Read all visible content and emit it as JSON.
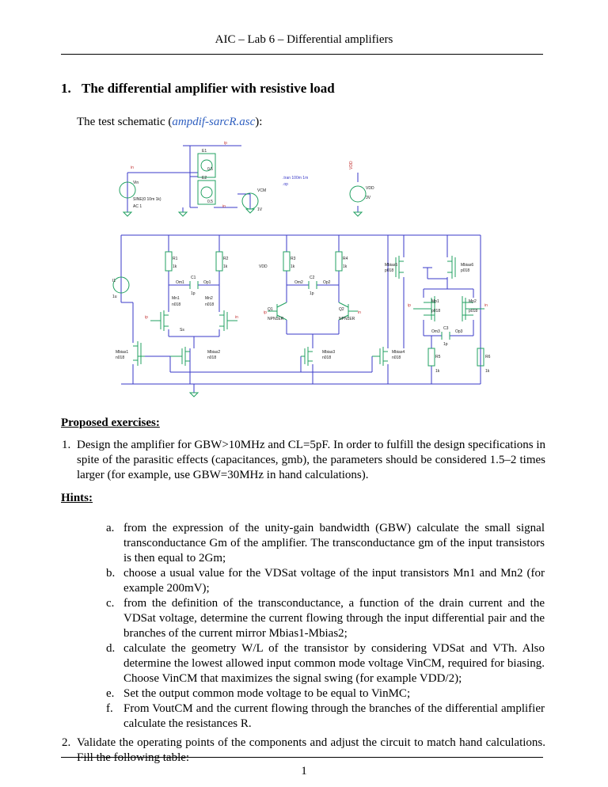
{
  "header": "AIC – Lab 6 – Differential amplifiers",
  "section": {
    "number": "1.",
    "title": "The differential amplifier with resistive load"
  },
  "intro": {
    "prefix": "The test schematic (",
    "file": "ampdif-sarcR.asc",
    "suffix": "):"
  },
  "schematic": {
    "nodes": {
      "ip": "ip",
      "in": "in",
      "vdd": "VDD"
    },
    "sources": {
      "vin": {
        "name": "Vin",
        "line1": "SINE(0 10m 1k)",
        "line2": "AC 1"
      },
      "vdd": {
        "name": "VDD",
        "value": "3V"
      },
      "vcm": {
        "name": "VCM",
        "value": "1V"
      },
      "e1": {
        "name": "E1",
        "gain": "0.5"
      },
      "e2": {
        "name": "E2",
        "gain": "0.5"
      }
    },
    "directives": [
      ".tran 100m 1m",
      ".op"
    ],
    "resistors": [
      {
        "name": "R1",
        "value": "1k"
      },
      {
        "name": "R2",
        "value": "1k"
      },
      {
        "name": "R3",
        "value": "1k"
      },
      {
        "name": "R4",
        "value": "1k"
      },
      {
        "name": "R5",
        "value": "1k"
      },
      {
        "name": "R6",
        "value": "1k"
      }
    ],
    "caps": [
      {
        "name": "C1",
        "value": "1p",
        "l": "Om1",
        "r": "Op1"
      },
      {
        "name": "C2",
        "value": "1p",
        "l": "Om2",
        "r": "Op2"
      },
      {
        "name": "C3",
        "value": "1p",
        "l": "Om3",
        "r": "Op3"
      }
    ],
    "transistors": {
      "mn1": {
        "name": "Mn1",
        "model": "n018"
      },
      "mn2": {
        "name": "Mn2",
        "model": "n018"
      },
      "q1": {
        "name": "Q1",
        "model": "NPN1ER"
      },
      "q2": {
        "name": "Q2",
        "model": "NPN1ER"
      },
      "mp1": {
        "name": "Mp1",
        "model": "p018"
      },
      "mp2": {
        "name": "Mp2",
        "model": "p018"
      },
      "mbias1": {
        "name": "Mbias1",
        "model": "n018"
      },
      "mbias2": {
        "name": "Mbias2",
        "model": "n018"
      },
      "mbias3": {
        "name": "Mbias3",
        "model": "n018"
      },
      "mbias4": {
        "name": "Mbias4",
        "model": "n018"
      },
      "mbias5": {
        "name": "Mbias5",
        "model": "p018"
      },
      "mbias6": {
        "name": "Mbias6",
        "model": "p018"
      }
    },
    "i1": {
      "name": "I1",
      "value": "1u"
    },
    "ss": "Ss"
  },
  "exercises_heading": "Proposed exercises:",
  "exercise1": {
    "num": "1.",
    "text": "Design the amplifier for GBW>10MHz and CL=5pF. In order to fulfill the design specifications in spite of the parasitic effects (capacitances, gmb), the parameters should be considered 1.5–2 times larger (for example, use GBW=30MHz in hand calculations)."
  },
  "hints_heading": "Hints:",
  "hints": [
    {
      "n": "a.",
      "text": "from the expression of the unity-gain bandwidth (GBW) calculate the small signal transconductance Gm of the amplifier. The transconductance gm of the input transistors is then equal to 2Gm;"
    },
    {
      "n": "b.",
      "text": "choose a usual value for the VDSat voltage of the input transistors Mn1 and Mn2 (for example 200mV);"
    },
    {
      "n": "c.",
      "text": "from the definition of the transconductance, a function of the drain current and the VDSat voltage, determine the current flowing through the input differential pair and the branches of the current mirror Mbias1-Mbias2;"
    },
    {
      "n": "d.",
      "text": "calculate the geometry W/L of the transistor by considering VDSat and VTh. Also determine the lowest allowed input common mode voltage VinCM, required for biasing. Choose VinCM that maximizes the signal swing (for example VDD/2);"
    },
    {
      "n": "e.",
      "text": "Set the output common mode voltage to be equal to VinMC;"
    },
    {
      "n": "f.",
      "text": "From VoutCM and the current flowing through the branches of the differential amplifier calculate the resistances R."
    }
  ],
  "exercise2": {
    "num": "2.",
    "text": "Validate the operating points of the components and adjust the circuit to match hand calculations. Fill the following table:"
  },
  "page_number": "1"
}
